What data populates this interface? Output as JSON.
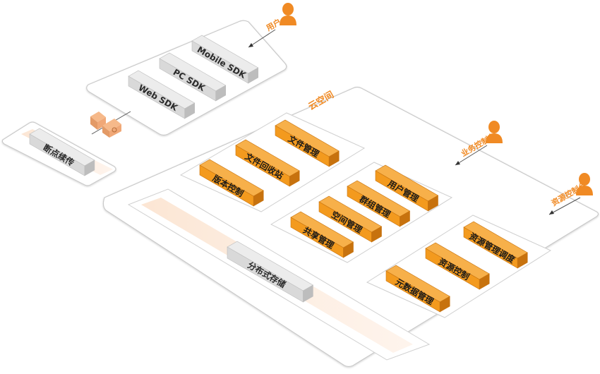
{
  "user_label": "用户",
  "business_console_label": "业务控制台",
  "resource_console_label": "资源控制台",
  "cloud_space_label": "云空间",
  "sdk": {
    "mobile": "Mobile SDK",
    "pc": "PC SDK",
    "web": "Web SDK"
  },
  "resume_transfer": "断点续传",
  "file_modules": {
    "file_management": "文件管理",
    "recycle_bin": "文件回收站",
    "version_control": "版本控制"
  },
  "user_modules": {
    "user_management": "用户管理",
    "group_management": "群组管理",
    "space_management": "空间管理",
    "share_management": "共享管理"
  },
  "resource_modules": {
    "resource_scheduling": "资源管理调度",
    "resource_control": "资源控制",
    "metadata_management": "元数据管理"
  },
  "distributed_storage": "分布式存储",
  "colors": {
    "orange": "#f39a1e",
    "orange_dark": "#c7720e",
    "accent": "#f08a24",
    "gray": "#d9d9d9"
  }
}
